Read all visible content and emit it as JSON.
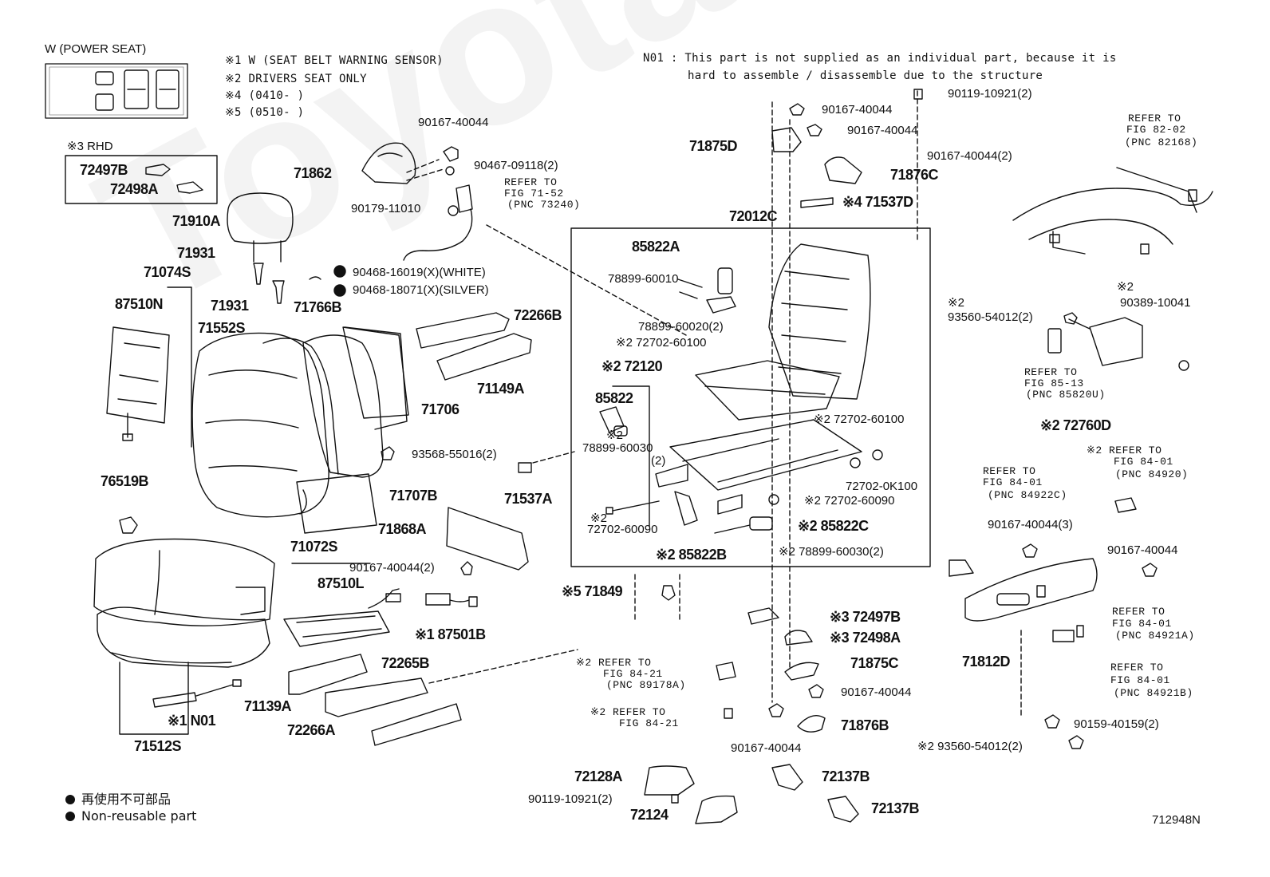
{
  "header": {
    "power_seat_label": "W (POWER SEAT)",
    "notes": [
      "※1 W (SEAT BELT WARNING SENSOR)",
      "※2 DRIVERS SEAT ONLY",
      "※4 (0410-      )",
      "※5 (0510-      )"
    ],
    "rhd_label": "※3 RHD",
    "n01_line1": "N01 : This part is not supplied as an individual part, because it is",
    "n01_line2": "hard to assemble / disassemble due to the structure"
  },
  "watermark": "ToyotaCarParts.ru",
  "figure_id": "712948N",
  "legend": {
    "jp": "再使用不可部品",
    "en": "Non-reusable part"
  },
  "labels": {
    "p72497B_box": "72497B",
    "p72498A_box": "72498A",
    "p71910A": "71910A",
    "p71931a": "71931",
    "p71074S": "71074S",
    "p87510N": "87510N",
    "p71931b": "71931",
    "p71552S": "71552S",
    "p71766B": "71766B",
    "p71862": "71862",
    "p90167_40044a": "90167-40044",
    "p90467": "90467-09118(2)",
    "p90179": "90179-11010",
    "refer_71_52_a": "REFER TO",
    "refer_71_52_b": "FIG 71-52",
    "refer_71_52_c": "(PNC 73240)",
    "p90468_16019": "90468-16019(X)(WHITE)",
    "p90468_18071": "90468-18071(X)(SILVER)",
    "p72266B": "72266B",
    "p71149A": "71149A",
    "p71706": "71706",
    "p93568": "93568-55016(2)",
    "p71707B": "71707B",
    "p71537A": "71537A",
    "p76519B": "76519B",
    "p71072S": "71072S",
    "p87510L": "87510L",
    "p90167_40044_2a": "90167-40044(2)",
    "p71868A": "71868A",
    "p87501B": "※1 87501B",
    "p72265B": "72265B",
    "p71139A": "71139A",
    "p72266A": "72266A",
    "pN01": "※1 N01",
    "p71512S": "71512S",
    "p90119_2a": "90119-10921(2)",
    "p90167_40044b": "90167-40044",
    "p71875D": "71875D",
    "p90167_40044c": "90167-40044",
    "p90167_40044_2b": "90167-40044(2)",
    "p71876C": "71876C",
    "p71537D": "※4 71537D",
    "p72012C": "72012C",
    "p85822A": "85822A",
    "p78899_60010": "78899-60010",
    "p78899_60020": "78899-60020(2)",
    "p72702_60100a": "※2 72702-60100",
    "p72120": "※2 72120",
    "p85822": "85822",
    "p78899_60030a1": "※2",
    "p78899_60030a2": "78899-60030",
    "p78899_60030a3": "(2)",
    "p72702_60100b": "※2 72702-60100",
    "p72702_0K100": "72702-0K100",
    "p72702_60090a": "※2 72702-60090",
    "p72702_60090b1": "※2",
    "p72702_60090b2": "72702-60090",
    "p85822C": "※2 85822C",
    "p85822B": "※2 85822B",
    "p78899_60030b": "※2 78899-60030(2)",
    "p71849": "※5 71849",
    "p72497B": "※3 72497B",
    "p72498A": "※3 72498A",
    "p71875C": "71875C",
    "p90167_40044d": "90167-40044",
    "p71876B": "71876B",
    "p90167_40044e": "90167-40044",
    "refer_84_21_a1": "※2 REFER TO",
    "refer_84_21_a2": "FIG 84-21",
    "refer_84_21_a3": "(PNC 89178A)",
    "refer_84_21_b1": "※2 REFER TO",
    "refer_84_21_b2": "FIG 84-21",
    "p72128A": "72128A",
    "p90119_2b": "90119-10921(2)",
    "p72124": "72124",
    "p72137B_a": "72137B",
    "p72137B_b": "72137B",
    "refer_82_02_a": "REFER TO",
    "refer_82_02_b": "FIG 82-02",
    "refer_82_02_c": "(PNC 82168)",
    "p93560a1": "※2",
    "p93560a2": "93560-54012(2)",
    "p90389_1": "※2",
    "p90389_2": "90389-10041",
    "refer_85_13_a": "REFER TO",
    "refer_85_13_b": "FIG 85-13",
    "refer_85_13_c": "(PNC 85820U)",
    "p72760D": "※2 72760D",
    "refer_84_01_a1": "※2 REFER TO",
    "refer_84_01_a2": "FIG 84-01",
    "refer_84_01_a3": "(PNC 84920)",
    "refer_84_01_b1": "REFER TO",
    "refer_84_01_b2": "FIG 84-01",
    "refer_84_01_b3": "(PNC 84922C)",
    "p90167_40044_3": "90167-40044(3)",
    "p90167_40044f": "90167-40044",
    "refer_84_01_c1": "REFER TO",
    "refer_84_01_c2": "FIG 84-01",
    "refer_84_01_c3": "(PNC 84921A)",
    "p71812D": "71812D",
    "refer_84_01_d1": "REFER TO",
    "refer_84_01_d2": "FIG 84-01",
    "refer_84_01_d3": "(PNC 84921B)",
    "p90159": "90159-40159(2)",
    "p93560b": "※2 93560-54012(2)"
  }
}
